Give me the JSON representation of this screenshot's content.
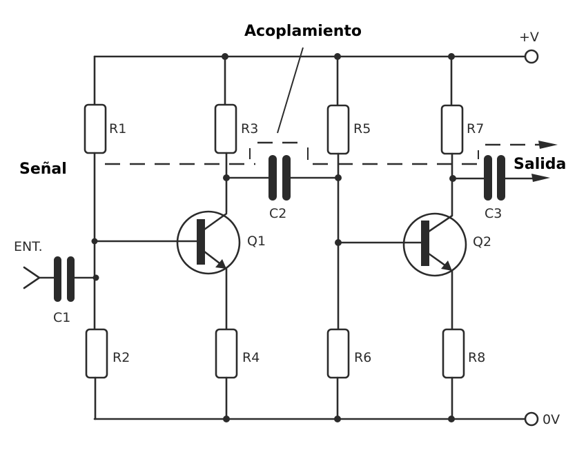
{
  "diagram": {
    "type": "two-stage transistor amplifier schematic",
    "annotations": {
      "coupling": "Acoplamiento",
      "signal": "Señal",
      "output": "Salida"
    },
    "terminals": {
      "supply": "+V",
      "ground": "0V",
      "input": "ENT."
    },
    "resistors": [
      "R1",
      "R2",
      "R3",
      "R4",
      "R5",
      "R6",
      "R7",
      "R8"
    ],
    "capacitors": [
      "C1",
      "C2",
      "C3"
    ],
    "transistors": [
      "Q1",
      "Q2"
    ],
    "colors": {
      "ink": "#2b2b2b",
      "annotation": "#000000",
      "background": "#ffffff"
    }
  }
}
